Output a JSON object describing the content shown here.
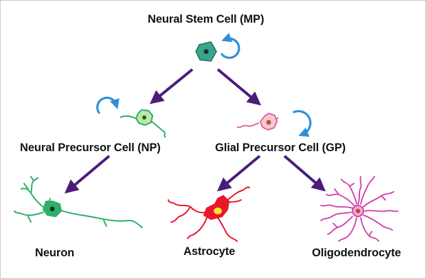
{
  "labels": {
    "stem": "Neural Stem Cell (MP)",
    "np": "Neural Precursor Cell (NP)",
    "gp": "Glial Precursor Cell (GP)",
    "neuron": "Neuron",
    "astrocyte": "Astrocyte",
    "oligo": "Oligodendrocyte"
  },
  "colors": {
    "arrow": "#4b1d7a",
    "self_renew": "#2f8fd6",
    "stem_cell": "#3aa58c",
    "np_cell": "#bfe8a6",
    "neuron": "#2fae6c",
    "gp_cell": "#f7c9d6",
    "astrocyte": "#e8172a",
    "astrocyte_nucleus": "#f4e23a",
    "oligo": "#d238a8"
  },
  "icons": [
    "self-renewal-arrow-icon",
    "lineage-arrow-icon"
  ]
}
